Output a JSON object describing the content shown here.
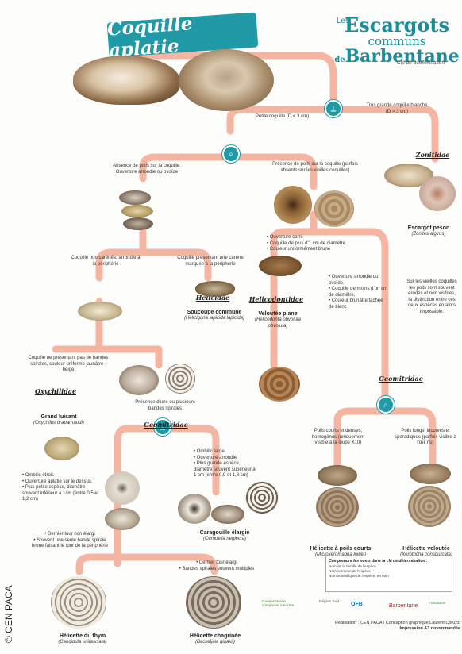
{
  "header": {
    "banner_title": "Coquille aplatie",
    "brand_les": "Les",
    "brand_line1": "Escargots",
    "brand_line2": "communs",
    "brand_de": "de",
    "brand_line3": "Barbentane",
    "subtitle": "Clé de détermination"
  },
  "nodes": {
    "small_shell": "Petite coquille (D < 3 cm)",
    "large_shell": "Très grande coquille blanche (D > 3 cm)",
    "no_hairs": "Absence de poils sur la coquille. Ouverture arrondie ou ovoïde",
    "hairs": "Présence de poils sur la coquille (parfois absents sur les vieilles coquilles)",
    "not_keeled": "Coquille non carénée, arrondie à la périphérie",
    "keeled": "Coquille présentant une carène marquée à la périphérie",
    "square_opening": "• Ouverture carré\n• Coquille de plus d'1 cm de diamètre.\n• Couleur uniformément brune",
    "round_opening": "• Ouverture arrondie ou ovoïde.\n• Coquille de moins d'un cm de diamètre.\n• Couleur brunâtre tachée de blanc",
    "old_shells_note": "Sur les vieilles coquilles les poils sont souvent érodés et non visibles, la distinction entre ces deux espèces en alors impossible.",
    "no_bands": "Coquille ne présentant pas de bandes spirales, couleur uniforme jaunâtre - beige",
    "bands": "Présence d'une ou plusieurs bandes spirales",
    "short_hairs": "Poils courts et denses, homogènes (uniquement visible à la loupe X10)",
    "long_hairs": "Poils longs, incurvés et sporadiques (parfois visible à l'œil nu)",
    "narrow_umbilicus": "• Ombilic étroit.\n• Ouverture aplatie sur le dessus.\n• Plus petite espèce, diamètre souvent inférieur à 1cm (entre 0,5 et 1,2 cm)",
    "wide_umbilicus": "• Ombilic large\n• Ouverture arrondie\n• Plus grande espèce, diamètre souvent supérieur à 1 cm (entre 0,9 et 1,8 cm)",
    "last_turn_not_wide": "• Dernier tour non élargi\n• Souvent une seule bande spirale brune faisant le tour de la périphérie",
    "last_turn_wide": "• Dernier tour élargi\n• Bandes spirales souvent multiples"
  },
  "families": {
    "zonitidae": "Zonitidae",
    "helicidae": "Helicidae",
    "helicodontidae": "Helicodontidae",
    "oxychilidae": "Oxychilidae",
    "geomitridae_left": "Geomitridae",
    "geomitridae_right": "Geomitridae"
  },
  "species": [
    {
      "common": "Escargot peson",
      "latin": "(Zonites algirus)"
    },
    {
      "common": "Soucoupe commune",
      "latin": "(Helicigona lapicida lapicida)"
    },
    {
      "common": "Veloutée plane",
      "latin": "(Helicodonta obvoluta obvoluta)"
    },
    {
      "common": "Grand luisant",
      "latin": "(Oxychilus draparnaudi)"
    },
    {
      "common": "Caragouille élargie",
      "latin": "(Cernuella neglecta)"
    },
    {
      "common": "Hélicette à poils courts",
      "latin": "(Microxeromagna lowei)"
    },
    {
      "common": "Hélicette veloutée",
      "latin": "(Xerotricha conspurcata)"
    },
    {
      "common": "Hélicette du thym",
      "latin": "(Candidula unifasciata)"
    },
    {
      "common": "Hélicette chagrinée",
      "latin": "(Backeljaia gigaxii)"
    }
  ],
  "legend": {
    "title": "Comprendre les noms dans la clé de détermination :",
    "line1": "Nom de la famille de l'espèce",
    "line2": "Nom commun de l'espèce",
    "line3": "Nom scientifique de l'espèce, en latin"
  },
  "logos": [
    "Conservatoire d'espaces naturels",
    "Région Sud",
    "OFB",
    "Barbentane",
    "Fondation"
  ],
  "footer": {
    "line1": "Réalisation : CEN PACA / Conception graphique Laurent Coruzzi",
    "line2": "Impression A3 recommandée"
  },
  "credit": "© CEN PACA",
  "colors": {
    "branch": "#f2b3a0",
    "accent": "#1f9aa6",
    "key_icon": "#1f9aa6"
  },
  "icons": [
    "magnifier-icon",
    "caliper-icon"
  ]
}
